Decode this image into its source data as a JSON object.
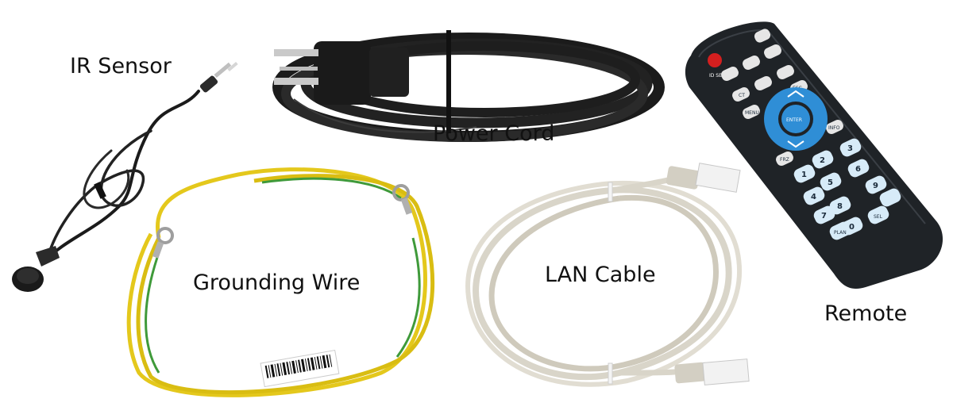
{
  "labels": {
    "ir_sensor": "IR Sensor",
    "power_cord": "Power Cord",
    "grounding_wire": "Grounding Wire",
    "lan_cable": "LAN Cable",
    "remote": "Remote"
  },
  "remote_buttons": {
    "enter": "ENTER",
    "menu": "MENU",
    "info": "INFO",
    "esc": "ESC",
    "frz": "FRZ",
    "sel": "SEL",
    "plan": "PLAN",
    "ct": "CT",
    "id_set": "ID SET",
    "digits": [
      "1",
      "2",
      "3",
      "4",
      "5",
      "6",
      "7",
      "8",
      "9",
      "0"
    ]
  },
  "colors": {
    "cable_black": "#1b1b1b",
    "wire_yellow": "#e4c81c",
    "wire_green": "#3f9a3a",
    "lan_beige": "#d9d5c9",
    "remote_body": "#1f2327",
    "remote_blue": "#2f8ed6",
    "power_red": "#d41f1f"
  }
}
